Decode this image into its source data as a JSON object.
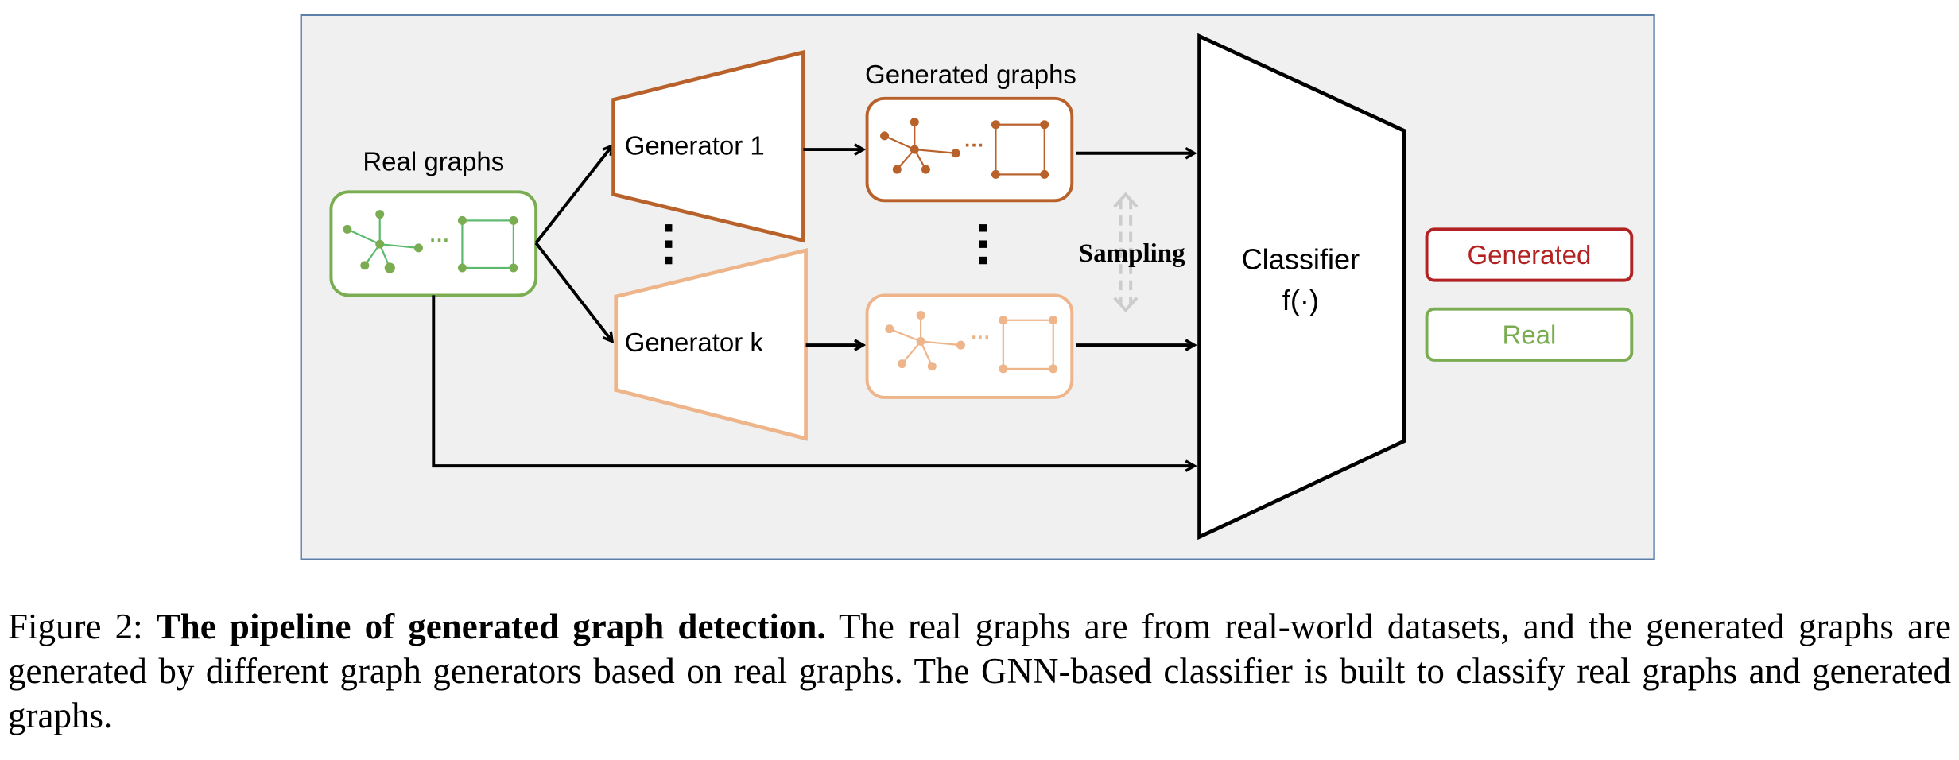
{
  "diagram": {
    "real_graphs_label": "Real graphs",
    "generated_graphs_label": "Generated graphs",
    "generators": [
      {
        "label": "Generator 1",
        "color": "#b8612a"
      },
      {
        "label": "Generator k",
        "color": "#eeb48a"
      }
    ],
    "ellipsis": "⋮",
    "graph_dots": "···",
    "sampling_label": "Sampling",
    "classifier_label": "Classifier",
    "classifier_fn": "f(·)",
    "outputs": [
      {
        "label": "Generated",
        "color": "#b22222"
      },
      {
        "label": "Real",
        "color": "#7aad52"
      }
    ],
    "colors": {
      "real": "#7aad52",
      "real_edge": "#5cba6e",
      "gen1": "#b8612a",
      "genk": "#eeb48a",
      "panel_bg": "#f0f0f0",
      "panel_border": "#5a7fa8",
      "sampling_arrow": "#cccccc"
    }
  },
  "caption": {
    "prefix": "Figure 2: ",
    "title": "The pipeline of generated graph detection.",
    "body": " The real graphs are from real-world datasets, and the generated graphs are generated by different graph generators based on real graphs. The GNN-based classifier is built to classify real graphs and generated graphs."
  }
}
